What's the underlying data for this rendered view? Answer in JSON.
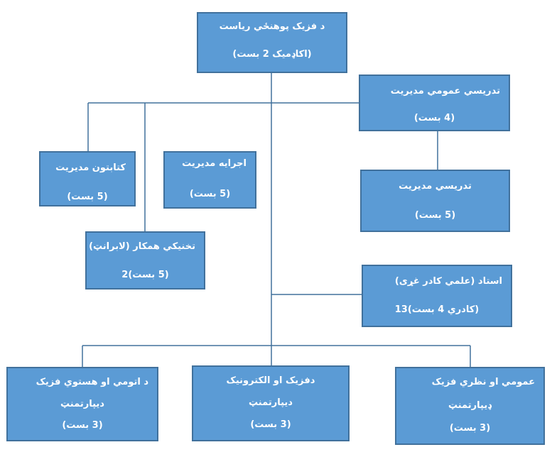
{
  "nodes": {
    "root": {
      "line1": "د فزيک پوهنځي رياست",
      "line2": "(اکاډميک 2 بست)"
    },
    "teaching_general": {
      "line1": "تدريسي عمومي مديريت",
      "line2": "(4 بست)"
    },
    "library": {
      "line1": "کتابتون مديريت",
      "line2": "(5 بست)"
    },
    "executive": {
      "line1": "اجرايه مديريت",
      "line2": "(5 بست)"
    },
    "teaching": {
      "line1": "تدريسي مديريت",
      "line2": "(5 بست)"
    },
    "technical": {
      "line1": "تخنيکي همکار (لابرانټ)",
      "line2": "(5 بست)2"
    },
    "professor": {
      "line1": "استاد (علمي کادر غړی)",
      "line2": "(کادري 4 بست)13"
    },
    "atomic": {
      "line1": "د اتومي او هستوي فزيک",
      "line2": "ديپارتمنټ",
      "line3": "(3 بست)"
    },
    "electronics": {
      "line1": "دفزيک او الکترونيک",
      "line2": "ديپارتمنټ",
      "line3": "(3 بست)"
    },
    "theoretical": {
      "line1": "عمومي او نظري فزيک",
      "line2": "ډيپارتمنټ",
      "line3": "(3 بست)"
    }
  },
  "colors": {
    "box_fill": "#5b9bd5",
    "box_border": "#41719c",
    "text": "#ffffff",
    "connector": "#41719c"
  }
}
